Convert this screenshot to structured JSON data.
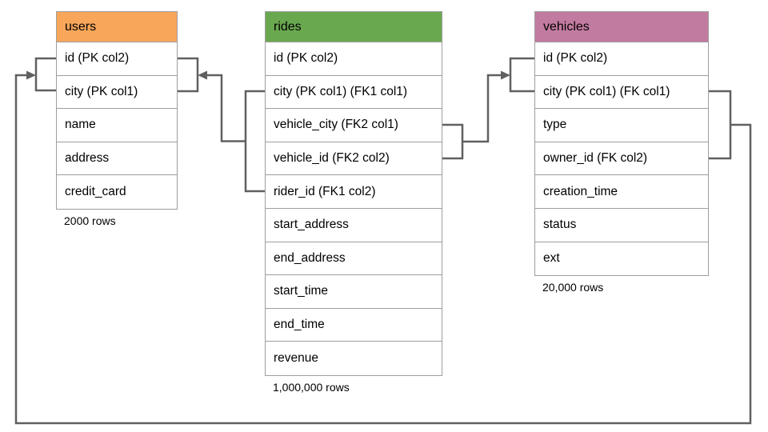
{
  "diagram_type": "database-schema-er-diagram",
  "colors": {
    "users_header": "#f7a65a",
    "rides_header": "#6aa84f",
    "vehicles_header": "#c27ba0",
    "connector": "#606060",
    "table_border": "#9e9e9e"
  },
  "tables": {
    "users": {
      "title": "users",
      "header_color": "#f7a65a",
      "columns": [
        "id (PK col2)",
        "city (PK col1)",
        "name",
        "address",
        "credit_card"
      ],
      "row_count_label": "2000 rows"
    },
    "rides": {
      "title": "rides",
      "header_color": "#6aa84f",
      "columns": [
        "id (PK col2)",
        "city (PK col1) (FK1 col1)",
        "vehicle_city (FK2 col1)",
        "vehicle_id (FK2 col2)",
        "rider_id (FK1 col2)",
        "start_address",
        "end_address",
        "start_time",
        "end_time",
        "revenue"
      ],
      "row_count_label": "1,000,000 rows"
    },
    "vehicles": {
      "title": "vehicles",
      "header_color": "#c27ba0",
      "columns": [
        "id (PK col2)",
        "city (PK col1) (FK col1)",
        "type",
        "owner_id (FK col2)",
        "creation_time",
        "status",
        "ext"
      ],
      "row_count_label": "20,000 rows"
    }
  },
  "relationships": [
    {
      "name": "rides-to-users",
      "from": "rides (city, rider_id)",
      "to": "users (id, city)",
      "label": "FK1"
    },
    {
      "name": "rides-to-vehicles",
      "from": "rides (vehicle_city, vehicle_id)",
      "to": "vehicles (id, city)",
      "label": "FK2"
    },
    {
      "name": "vehicles-to-users",
      "from": "vehicles (city, owner_id)",
      "to": "users (id, city)",
      "label": "FK"
    }
  ]
}
